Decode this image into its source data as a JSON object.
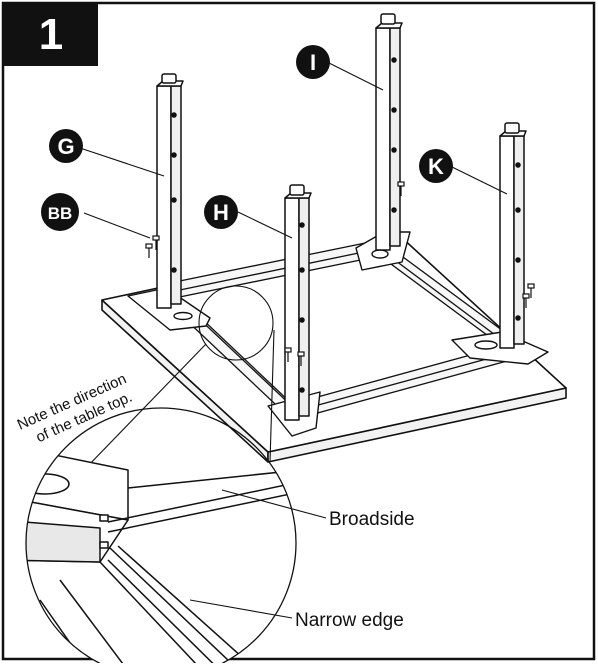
{
  "step": {
    "number": "1"
  },
  "callouts": {
    "g": "G",
    "i": "I",
    "k": "K",
    "h": "H",
    "bb": "BB"
  },
  "note": {
    "line1": "Note the direction",
    "line2": "of the table top."
  },
  "detail": {
    "broadside": "Broadside",
    "narrow_edge": "Narrow edge"
  }
}
